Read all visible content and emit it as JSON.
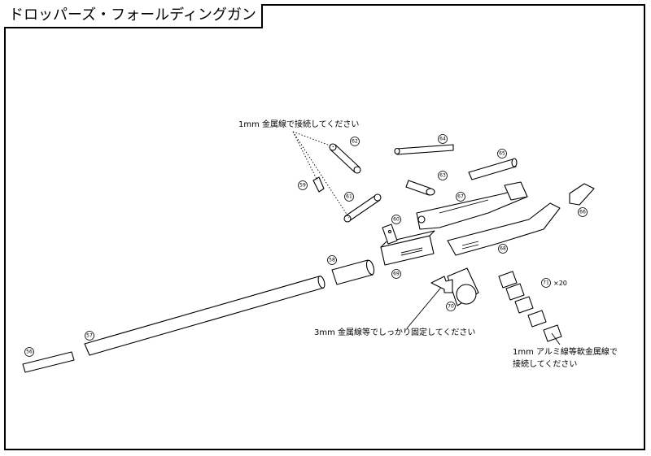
{
  "title": "ドロッパーズ・フォールディングガン",
  "notes": {
    "wire_1mm": "1mm 金属線で接続してください",
    "wire_3mm": "3mm 金属線等でしっかり固定してください",
    "soft_wire_line1": "1mm アルミ線等軟金属線で",
    "soft_wire_line2": "接続してください",
    "quantity": "×20"
  },
  "parts": {
    "p56": "56",
    "p57": "57",
    "p58": "58",
    "p59": "59",
    "p60": "60",
    "p61": "61",
    "p62": "62",
    "p63": "63",
    "p64": "64",
    "p65": "65",
    "p66": "66",
    "p67": "67",
    "p68": "68",
    "p69": "69",
    "p70": "70",
    "p71": "71"
  }
}
